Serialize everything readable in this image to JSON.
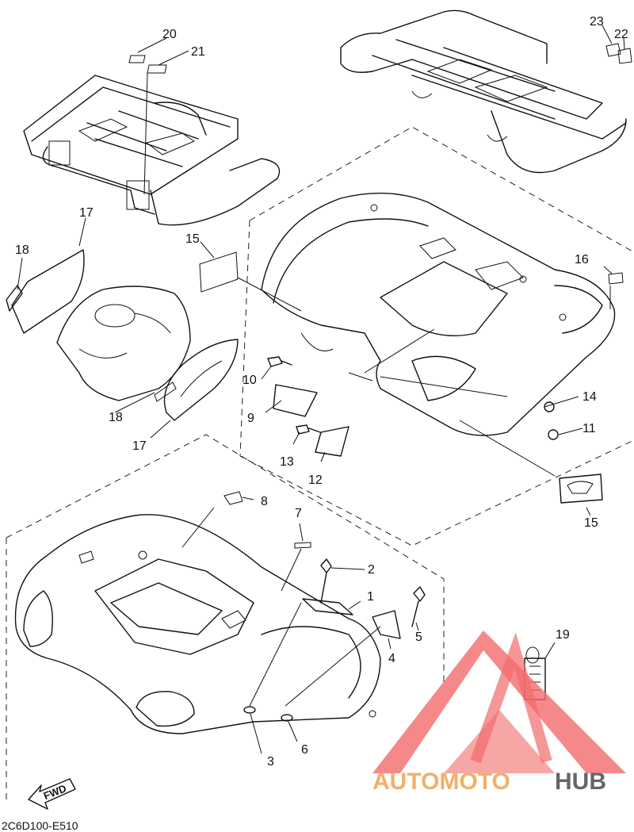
{
  "diagram": {
    "callouts": {
      "c1": "1",
      "c2": "2",
      "c3": "3",
      "c4": "4",
      "c5": "5",
      "c6": "6",
      "c7": "7",
      "c8": "8",
      "c9": "9",
      "c10": "10",
      "c11": "11",
      "c12": "12",
      "c13": "13",
      "c14": "14",
      "c15a": "15",
      "c15b": "15",
      "c16": "16",
      "c17a": "17",
      "c17b": "17",
      "c18a": "18",
      "c18b": "18",
      "c19": "19",
      "c20": "20",
      "c21": "21",
      "c22": "22",
      "c23": "23"
    },
    "diagram_code": "2C6D100-E510",
    "fwd_label": "FWD",
    "watermark": {
      "part1": "AUTOMOTO",
      "part2": "HUB",
      "colors": {
        "triangle": "#f26b6b",
        "part1": "#f0b06a",
        "part2": "#666666"
      }
    }
  }
}
